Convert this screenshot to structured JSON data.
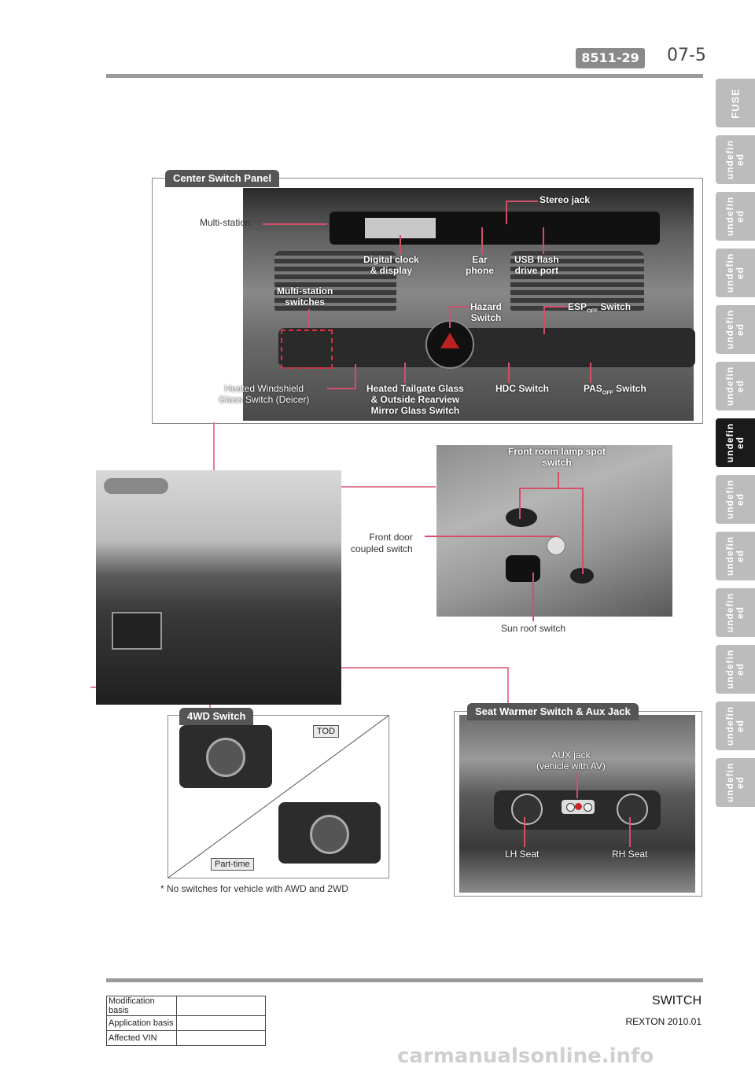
{
  "header": {
    "code": "8511-29",
    "page": "07-5"
  },
  "side_tabs": [
    {
      "label": "FUSE",
      "active": false
    },
    {
      "label": "undefin\ned",
      "active": false
    },
    {
      "label": "undefin\ned",
      "active": false
    },
    {
      "label": "undefin\ned",
      "active": false
    },
    {
      "label": "undefin\ned",
      "active": false
    },
    {
      "label": "undefin\ned",
      "active": false
    },
    {
      "label": "undefin\ned",
      "active": true
    },
    {
      "label": "undefin\ned",
      "active": false
    },
    {
      "label": "undefin\ned",
      "active": false
    },
    {
      "label": "undefin\ned",
      "active": false
    },
    {
      "label": "undefin\ned",
      "active": false
    },
    {
      "label": "undefin\ned",
      "active": false
    },
    {
      "label": "undefin\ned",
      "active": false
    }
  ],
  "center_panel": {
    "title": "Center Switch Panel",
    "labels": {
      "multi_station": "Multi-station",
      "stereo_jack": "Stereo jack",
      "digital_clock": "Digital clock\n& display",
      "ear_phone": "Ear\nphone",
      "usb": "USB flash\ndrive port",
      "ms_switches": "Multi-station\nswitches",
      "hazard": "Hazard\nSwitch",
      "esp": "ESP",
      "esp_sub": "OFF",
      "esp_suffix": " Switch",
      "heated_ws": "Heated Windshield\nGlass Switch (Deicer)",
      "heated_tg": "Heated Tailgate Glass\n& Outside Rearview\nMirror Glass Switch",
      "hdc": "HDC Switch",
      "pas": "PAS",
      "pas_sub": "OFF",
      "pas_suffix": " Switch"
    }
  },
  "roof_panel": {
    "front_room_lamp": "Front room lamp spot\nswitch",
    "front_door": "Front door\ncoupled switch",
    "sun_roof": "Sun roof switch"
  },
  "wd_panel": {
    "title": "4WD Switch",
    "tod": "TOD",
    "part_time": "Part-time"
  },
  "seat_panel": {
    "title": "Seat Warmer Switch & Aux Jack",
    "aux": "AUX jack\n(vehicle with AV)",
    "lh": "LH Seat",
    "rh": "RH Seat"
  },
  "note": "* No switches for vehicle with AWD and 2WD",
  "footer": {
    "title": "SWITCH",
    "sub": "REXTON 2010.01",
    "table": [
      {
        "label": "Modification basis",
        "value": ""
      },
      {
        "label": "Application basis",
        "value": ""
      },
      {
        "label": "Affected VIN",
        "value": ""
      }
    ]
  },
  "watermark": "carmanualsonline.info"
}
